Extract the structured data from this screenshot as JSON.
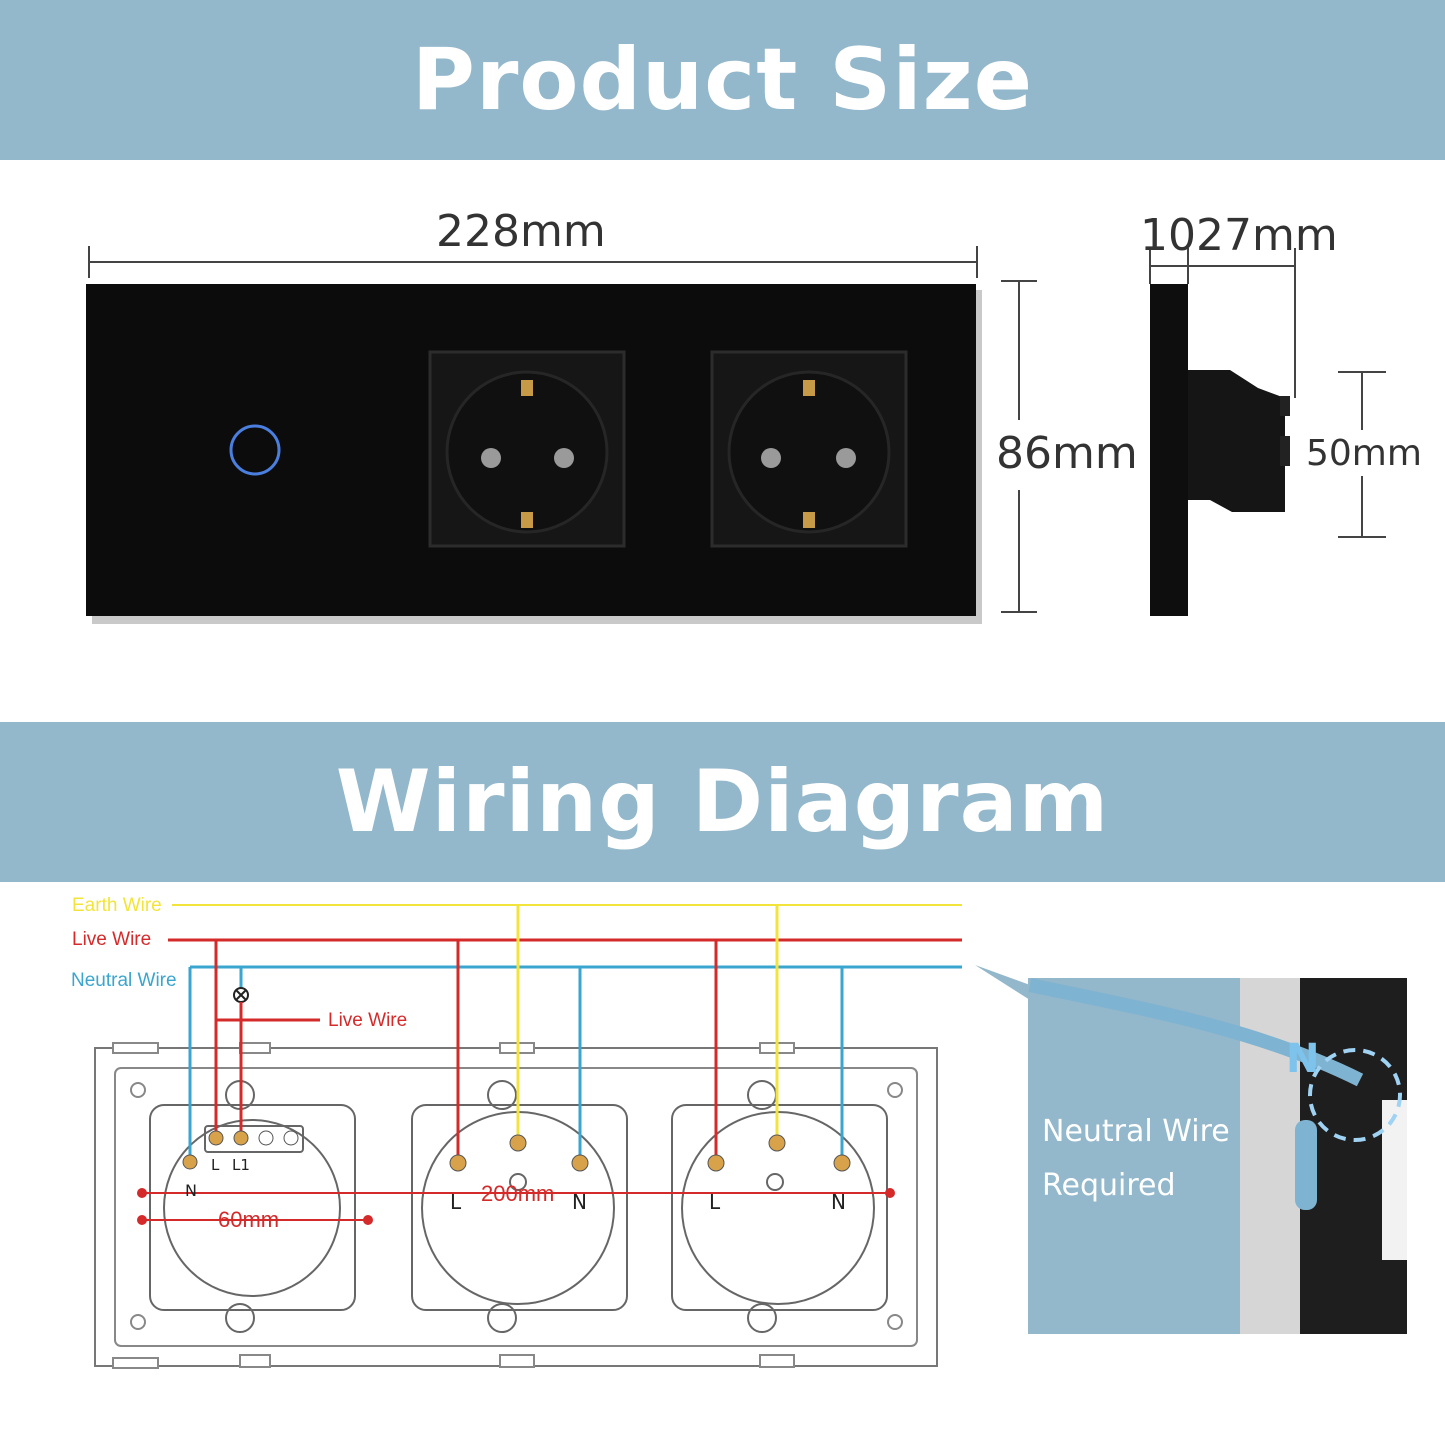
{
  "sections": {
    "product_size_title": "Product Size",
    "wiring_title": "Wiring Diagram"
  },
  "dimensions": {
    "width": "228mm",
    "height": "86mm",
    "depth": "1027mm",
    "depth_back": "50mm"
  },
  "wires": {
    "earth": "Earth Wire",
    "live": "Live Wire",
    "neutral": "Neutral Wire",
    "live_switched": "Live Wire",
    "colors": {
      "earth": "#f2e43a",
      "live": "#d42a2a",
      "neutral": "#3aa5cf"
    }
  },
  "terminals": {
    "switch_L": "L",
    "switch_L1": "L1",
    "switch_N": "N",
    "socket1_L": "L",
    "socket1_N": "N",
    "socket2_L": "L",
    "socket2_N": "N"
  },
  "measurements": {
    "center_spacing": "200mm",
    "hole_spacing": "60mm"
  },
  "note": {
    "line1": "Neutral Wire",
    "line2": "Required",
    "badge": "N"
  }
}
